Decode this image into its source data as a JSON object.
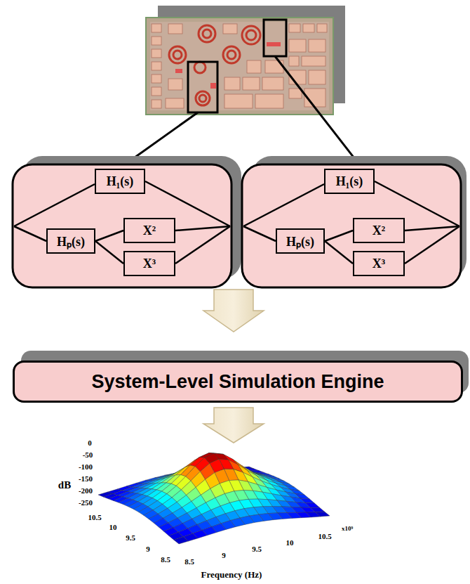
{
  "diagram": {
    "nodes": [
      {
        "text": [
          "H₁(s)"
        ]
      },
      {
        "text": [
          "Hₚ(s)"
        ]
      },
      {
        "text": [
          "X²"
        ]
      },
      {
        "text": [
          "X³"
        ]
      },
      {
        "text": [
          "H₁(s)"
        ]
      },
      {
        "text": [
          "Hₚ(s)"
        ]
      },
      {
        "text": [
          "X²"
        ]
      },
      {
        "text": [
          "X³"
        ]
      },
      {
        "text": [
          "System-Level Simulation Engine"
        ]
      }
    ],
    "edges": [
      {
        "from": 1,
        "to": 2,
        "arrow": "none"
      },
      {
        "from": 1,
        "to": 3,
        "arrow": "none"
      },
      {
        "from": 5,
        "to": 6,
        "arrow": "none"
      },
      {
        "from": 5,
        "to": 7,
        "arrow": "none"
      }
    ],
    "labels": [
      "dB",
      "0",
      "-50",
      "-100",
      "-150",
      "-200",
      "-250",
      "10.5",
      "10",
      "9.5",
      "9",
      "8.5",
      "8.5",
      "9",
      "9.5",
      "10",
      "10.5",
      "x10⁹",
      "Frequency (Hz)"
    ]
  }
}
